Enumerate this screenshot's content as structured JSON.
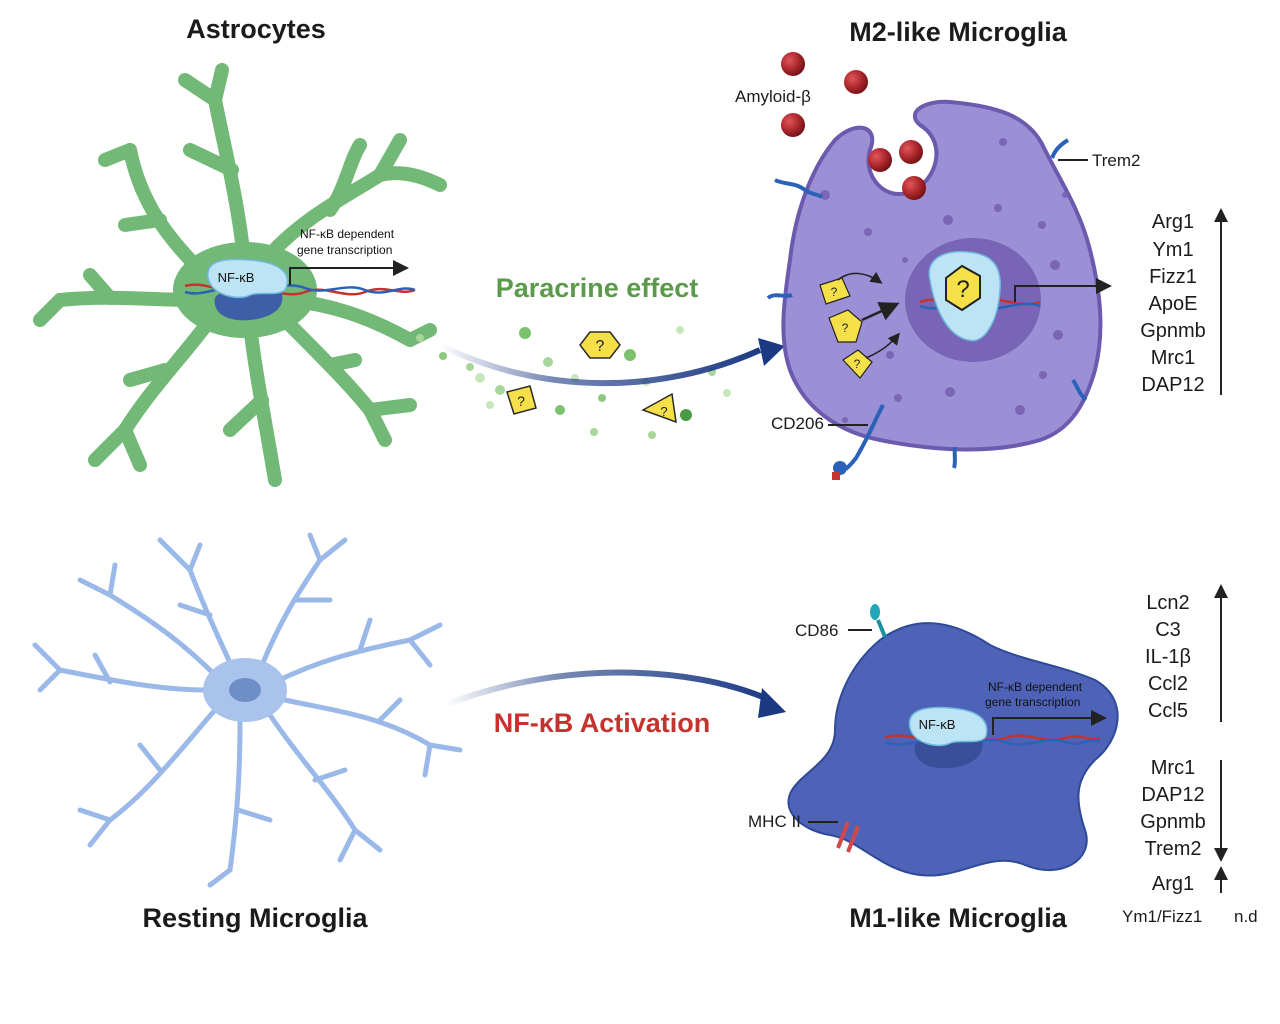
{
  "titles": {
    "astrocytes": "Astrocytes",
    "m2": "M2-like Microglia",
    "resting": "Resting Microglia",
    "m1": "M1-like Microglia"
  },
  "effects": {
    "paracrine": "Paracrine effect",
    "activation": "NF-κB Activation"
  },
  "astrocyte": {
    "nfkb": "NF-κB",
    "transcription_line1": "NF-κB dependent",
    "transcription_line2": "gene transcription"
  },
  "m2_cell": {
    "amyloid": "Amyloid-β",
    "trem2": "Trem2",
    "cd206": "CD206",
    "unknown_symbol": "?"
  },
  "m2_genes_up": [
    "Arg1",
    "Ym1",
    "Fizz1",
    "ApoE",
    "Gpnmb",
    "Mrc1",
    "DAP12"
  ],
  "m1_cell": {
    "cd86": "CD86",
    "mhc2": "MHC II",
    "nfkb": "NF-κB",
    "transcription_line1": "NF-κB dependent",
    "transcription_line2": "gene transcription"
  },
  "m1_genes_up": [
    "Lcn2",
    "C3",
    "IL-1β",
    "Ccl2",
    "Ccl5"
  ],
  "m1_genes_down": [
    "Mrc1",
    "DAP12",
    "Gpnmb",
    "Trem2"
  ],
  "m1_arg1": "Arg1",
  "m1_nd_genes": "Ym1/Fizz1",
  "m1_nd_label": "n.d",
  "colors": {
    "astrocyte_green": "#72b877",
    "m2_purple": "#9b8fd6",
    "m1_blue": "#4e63b8",
    "resting_blue": "#a9c3ec",
    "arrow_navy": "#1c3a84",
    "amyloid_red": "#a8252a",
    "mystery_yellow": "#f6e04a"
  }
}
